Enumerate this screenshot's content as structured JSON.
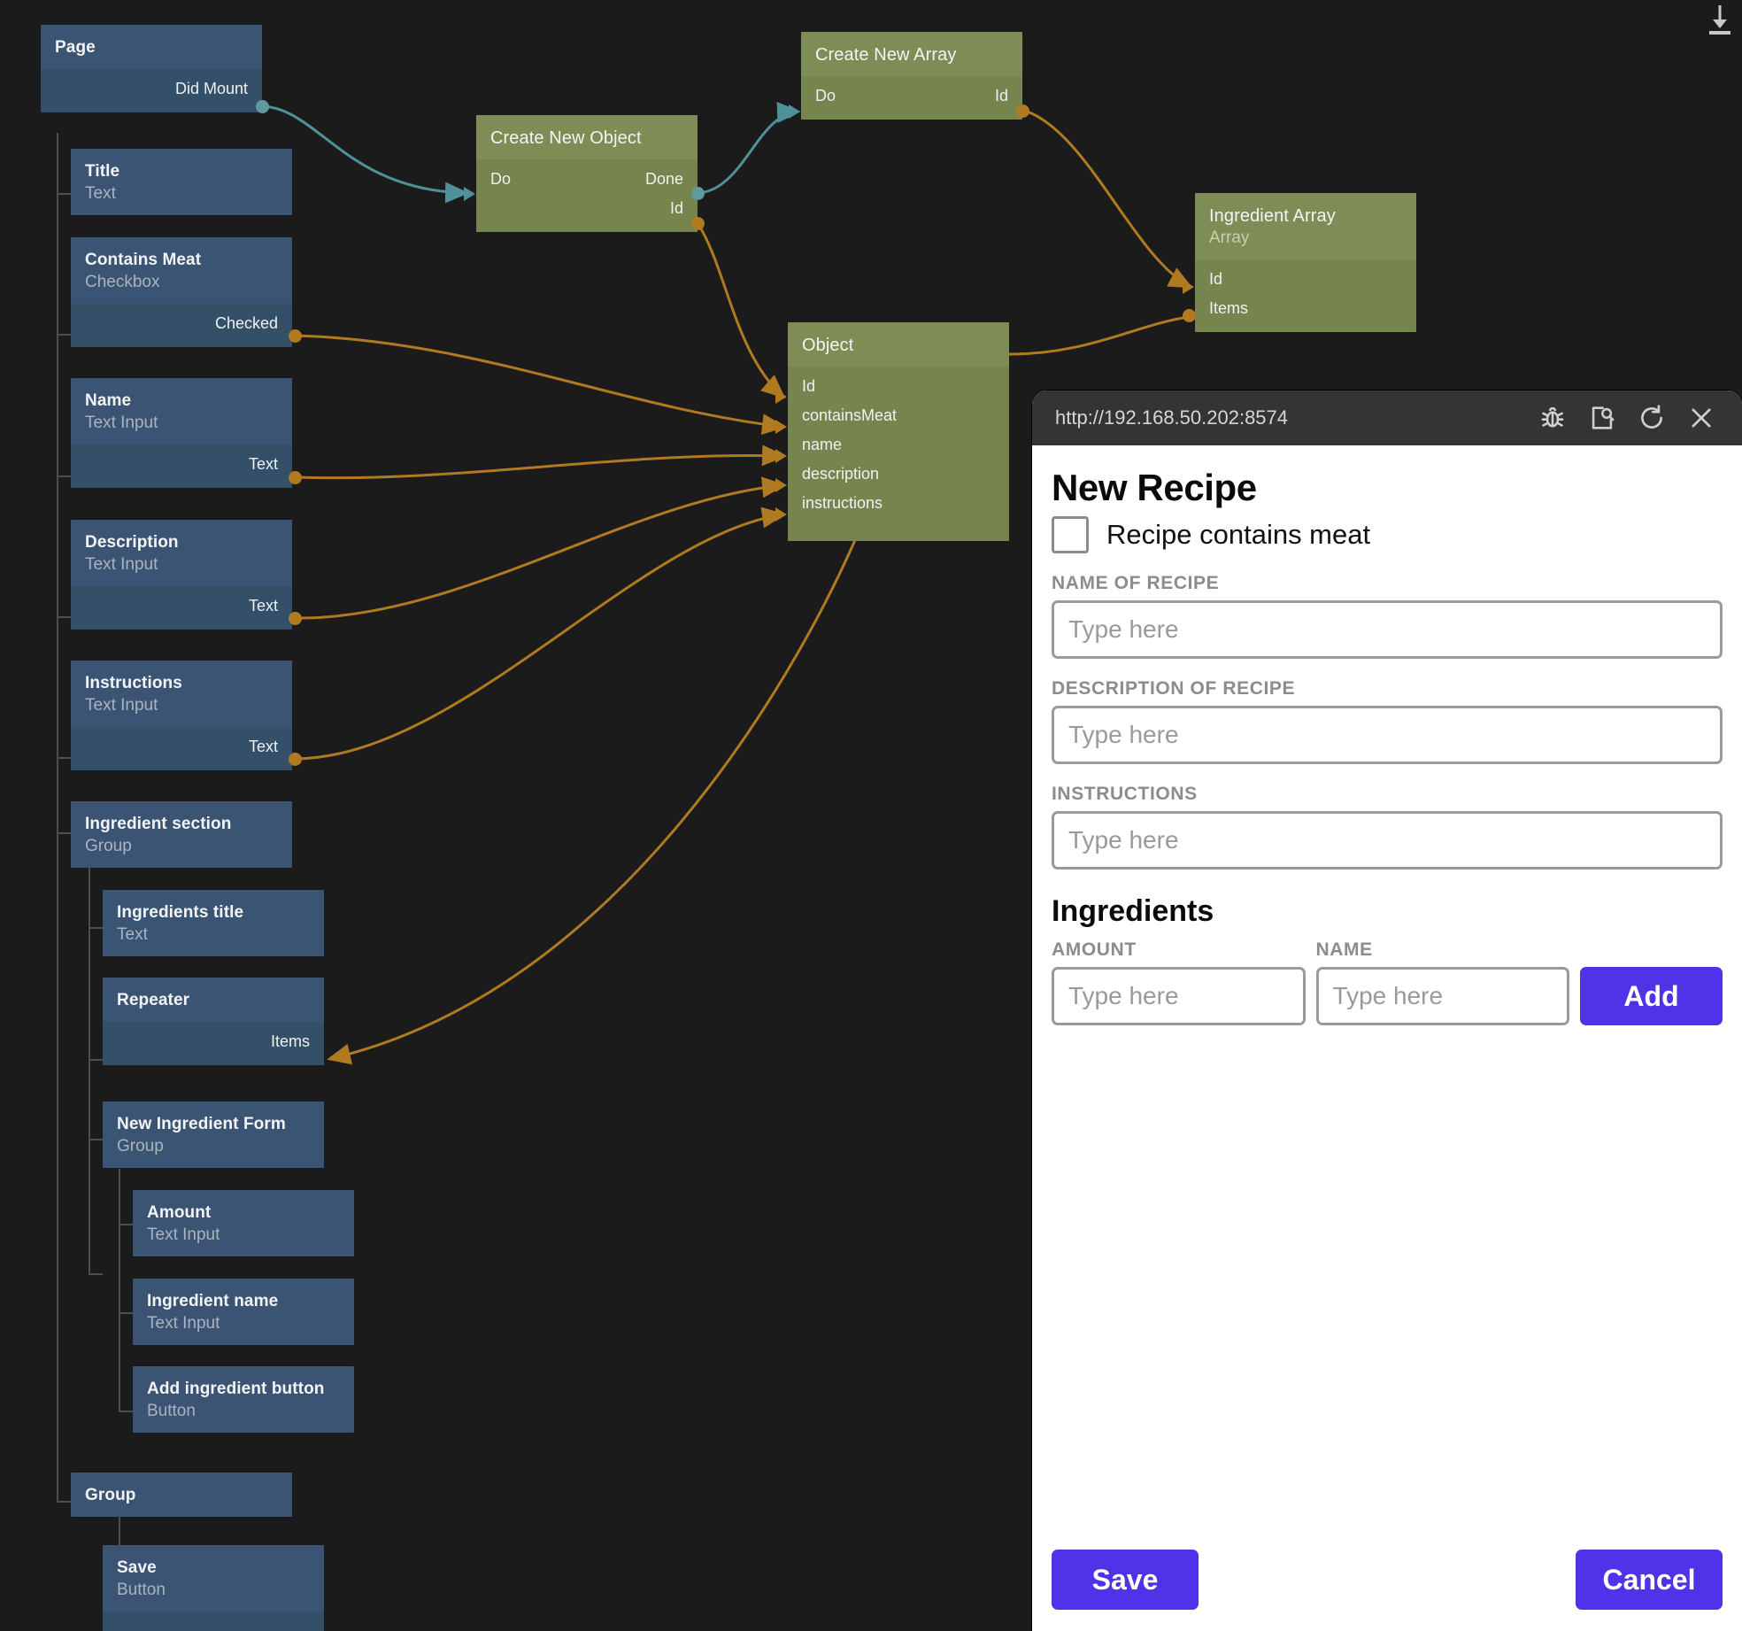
{
  "canvas": {
    "download_icon": "download-icon",
    "background": "#1b1b1b",
    "edge_colors": {
      "signal": "#4f9198",
      "data": "#b07a20"
    }
  },
  "tree_nodes": [
    {
      "id": "page",
      "title": "Page",
      "subtitle": "",
      "ports_out": [
        "Did Mount"
      ],
      "ports_in": [],
      "kind": "component"
    },
    {
      "id": "title",
      "title": "Title",
      "subtitle": "Text",
      "ports_out": [],
      "ports_in": [],
      "kind": "component"
    },
    {
      "id": "containsmeat",
      "title": "Contains Meat",
      "subtitle": "Checkbox",
      "ports_out": [
        "Checked"
      ],
      "ports_in": [],
      "kind": "component"
    },
    {
      "id": "name",
      "title": "Name",
      "subtitle": "Text Input",
      "ports_out": [
        "Text"
      ],
      "ports_in": [],
      "kind": "component"
    },
    {
      "id": "description",
      "title": "Description",
      "subtitle": "Text Input",
      "ports_out": [
        "Text"
      ],
      "ports_in": [],
      "kind": "component"
    },
    {
      "id": "instructions",
      "title": "Instructions",
      "subtitle": "Text Input",
      "ports_out": [
        "Text"
      ],
      "ports_in": [],
      "kind": "component"
    },
    {
      "id": "ingsection",
      "title": "Ingredient section",
      "subtitle": "Group",
      "ports_out": [],
      "ports_in": [],
      "kind": "component"
    },
    {
      "id": "ingtitle",
      "title": "Ingredients title",
      "subtitle": "Text",
      "ports_out": [],
      "ports_in": [],
      "kind": "component"
    },
    {
      "id": "repeater",
      "title": "Repeater",
      "subtitle": "",
      "ports_out": [
        "Items"
      ],
      "ports_in": [],
      "kind": "component"
    },
    {
      "id": "newingform",
      "title": "New Ingredient Form",
      "subtitle": "Group",
      "ports_out": [],
      "ports_in": [],
      "kind": "component"
    },
    {
      "id": "amount",
      "title": "Amount",
      "subtitle": "Text Input",
      "ports_out": [],
      "ports_in": [],
      "kind": "component"
    },
    {
      "id": "ingname",
      "title": "Ingredient name",
      "subtitle": "Text Input",
      "ports_out": [],
      "ports_in": [],
      "kind": "component"
    },
    {
      "id": "addingbtn",
      "title": "Add ingredient button",
      "subtitle": "Button",
      "ports_out": [],
      "ports_in": [],
      "kind": "component"
    },
    {
      "id": "group",
      "title": "Group",
      "subtitle": "",
      "ports_out": [],
      "ports_in": [],
      "kind": "component"
    },
    {
      "id": "savebtn",
      "title": "Save",
      "subtitle": "Button",
      "ports_out": [],
      "ports_in": [],
      "kind": "component"
    }
  ],
  "logic_nodes": [
    {
      "id": "createobject",
      "title": "Create New Object",
      "subtitle": "",
      "ports_in": [
        "Do"
      ],
      "ports_out": [
        "Done",
        "Id"
      ]
    },
    {
      "id": "createarray",
      "title": "Create New Array",
      "subtitle": "",
      "ports_in": [
        "Do"
      ],
      "ports_out": [
        "Id"
      ]
    },
    {
      "id": "ingarray",
      "title": "Ingredient Array",
      "subtitle": "Array",
      "ports_in": [
        "Id"
      ],
      "ports_out": [
        "Items"
      ]
    },
    {
      "id": "object",
      "title": "Object",
      "subtitle": "",
      "ports_in": [
        "Id",
        "containsMeat",
        "name",
        "description",
        "instructions"
      ],
      "ports_out": []
    }
  ],
  "browser": {
    "url": "http://192.168.50.202:8574",
    "toolbar": [
      {
        "name": "debug-bug-icon",
        "label": "Debug"
      },
      {
        "name": "inspect-page-icon",
        "label": "Inspect"
      },
      {
        "name": "reload-icon",
        "label": "Reload"
      },
      {
        "name": "close-icon",
        "label": "Close"
      }
    ],
    "page": {
      "heading": "New Recipe",
      "checkbox_label": "Recipe contains meat",
      "checkbox_checked": false,
      "fields": [
        {
          "label": "NAME OF RECIPE",
          "placeholder": "Type here",
          "value": ""
        },
        {
          "label": "DESCRIPTION OF RECIPE",
          "placeholder": "Type here",
          "value": ""
        },
        {
          "label": "INSTRUCTIONS",
          "placeholder": "Type here",
          "value": ""
        }
      ],
      "ingredients_heading": "Ingredients",
      "ingredient_form": {
        "amount_label": "AMOUNT",
        "amount_placeholder": "Type here",
        "amount_value": "",
        "name_label": "NAME",
        "name_placeholder": "Type here",
        "name_value": "",
        "add_label": "Add"
      },
      "save_label": "Save",
      "cancel_label": "Cancel",
      "accent_color": "#4f33e8"
    }
  }
}
